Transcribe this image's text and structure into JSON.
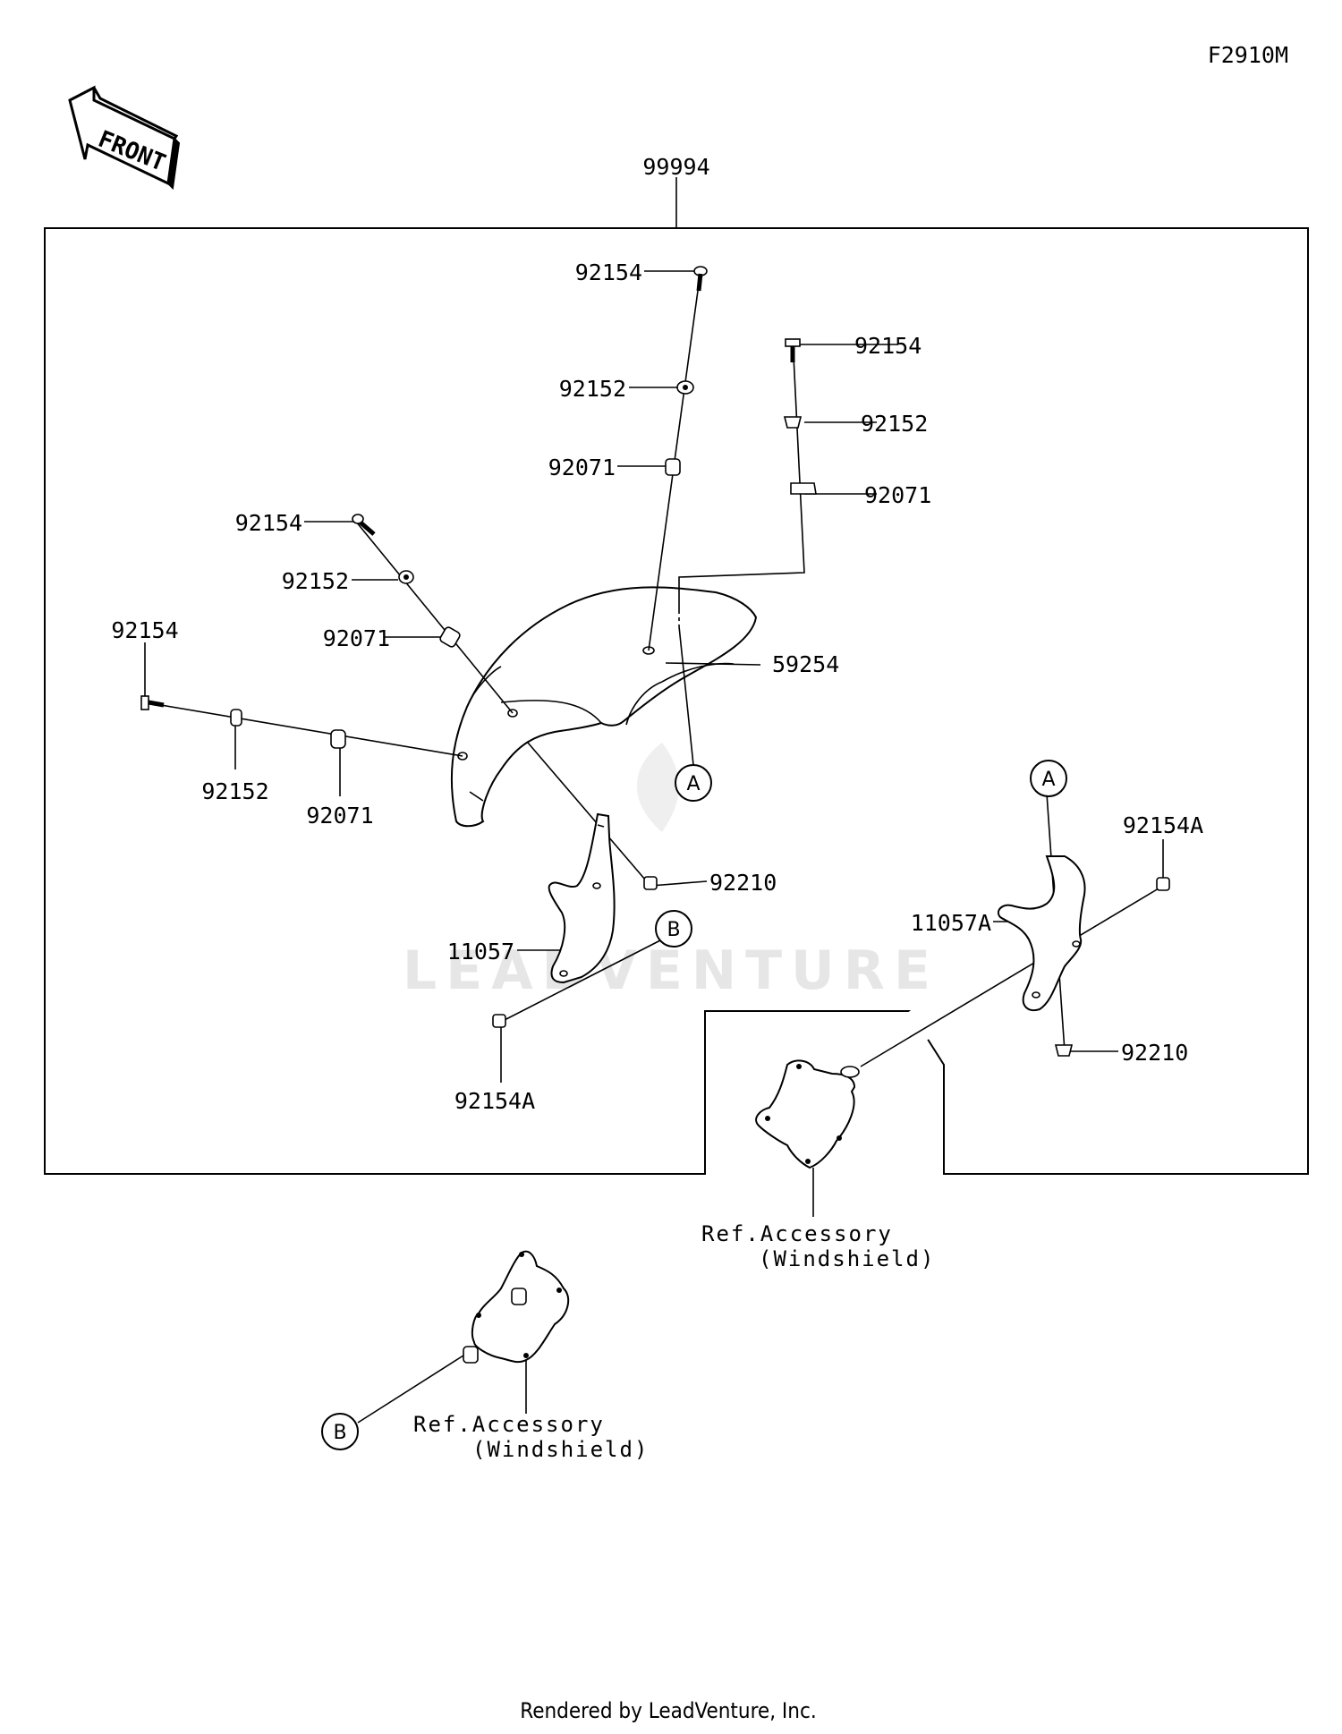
{
  "diagram_code": "F2910M",
  "front_label": "FRONT",
  "kit_label": "99994",
  "watermark": "LEADVENTURE",
  "footer": "Rendered by LeadVenture, Inc.",
  "callouts": {
    "a": "A",
    "b": "B"
  },
  "parts": {
    "bolt_top": "92154",
    "collar_top": "92152",
    "grommet_top": "92071",
    "bolt_right": "92154",
    "collar_right": "92152",
    "grommet_right": "92071",
    "bolt_mid": "92154",
    "collar_mid": "92152",
    "grommet_mid": "92071",
    "bolt_left": "92154",
    "collar_left": "92152",
    "grommet_left": "92071",
    "windshield": "59254",
    "nut_left": "92210",
    "bracket_left": "11057",
    "bolt_lower_left": "92154A",
    "bracket_right": "11057A",
    "bolt_lower_right": "92154A",
    "nut_right": "92210"
  },
  "refs": {
    "ref_right_line1": "Ref.Accessory",
    "ref_right_line2": "(Windshield)",
    "ref_left_line1": "Ref.Accessory",
    "ref_left_line2": "(Windshield)"
  }
}
